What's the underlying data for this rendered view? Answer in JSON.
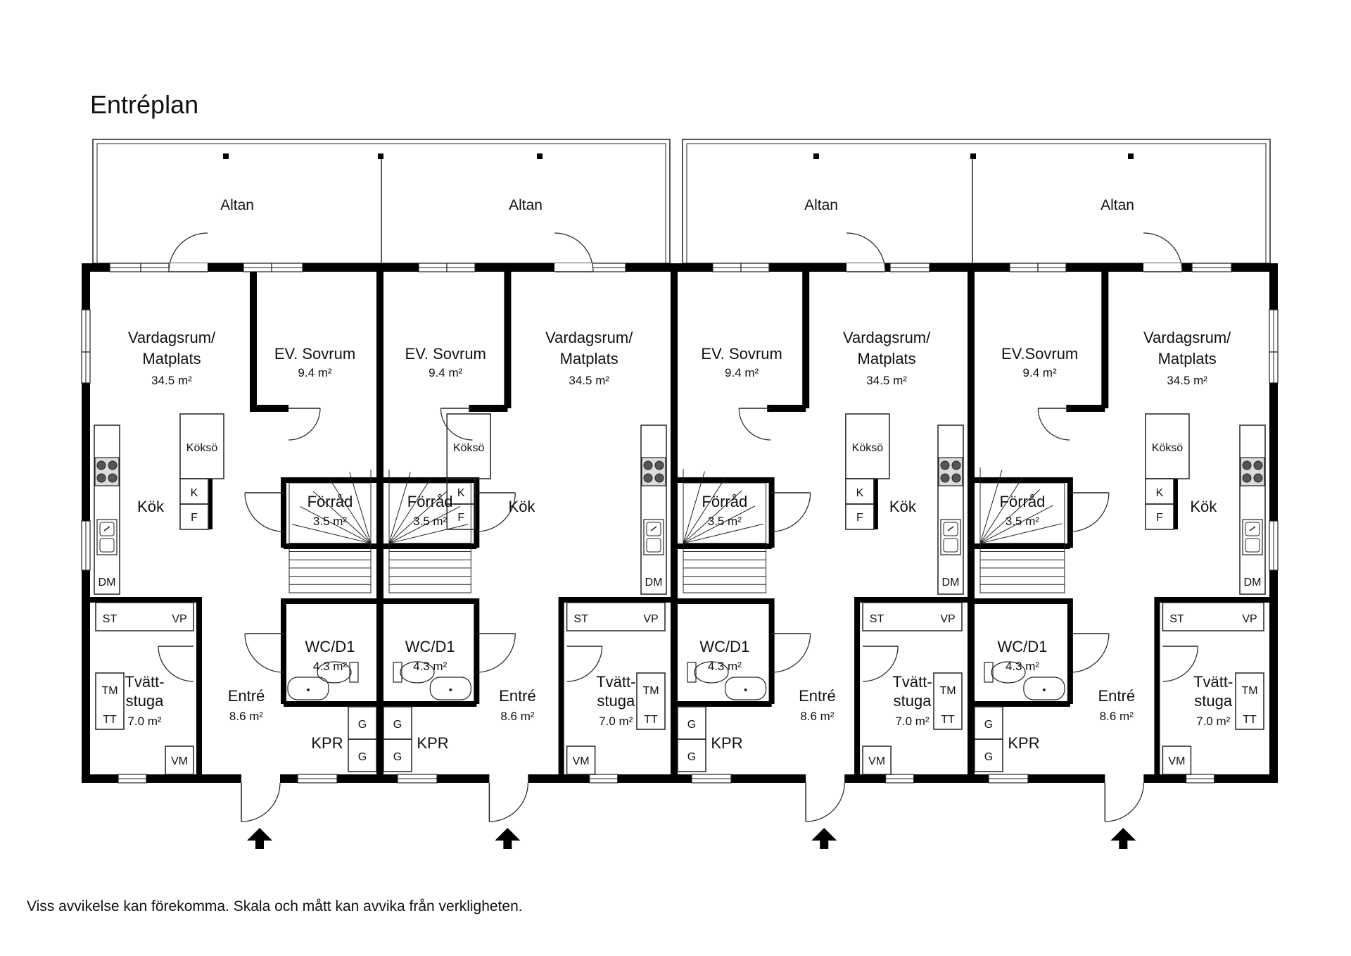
{
  "title": "Entréplan",
  "disclaimer": "Viss avvikelse kan förekomma. Skala och mått kan avvika från verkligheten.",
  "colors": {
    "wall": "#000000",
    "line": "#222222",
    "background": "#ffffff",
    "window": "#ffffff"
  },
  "icons": [
    "entrance-arrow-icon",
    "stove-icon",
    "sink-icon",
    "toilet-icon",
    "washbasin-icon",
    "stair-icon",
    "door-swing-icon"
  ],
  "units": [
    {
      "altan": "Altan",
      "living_name": "Vardagsrum/",
      "living_name2": "Matplats",
      "living_area": "34.5 m²",
      "bedroom_name": "EV. Sovrum",
      "bedroom_area": "9.4 m²",
      "island": "Köksö",
      "k": "K",
      "f": "F",
      "kitchen": "Kök",
      "dm": "DM",
      "storage_name": "Förråd",
      "storage_area": "3.5 m²",
      "wc_name": "WC/D1",
      "wc_area": "4.3 m²",
      "laundry_name": "Tvätt-",
      "laundry_name2": "stuga",
      "laundry_area": "7.0 m²",
      "st": "ST",
      "vp": "VP",
      "tm": "TM",
      "tt": "TT",
      "vm": "VM",
      "entre_name": "Entré",
      "entre_area": "8.6 m²",
      "kpr": "KPR",
      "g1": "G",
      "g2": "G"
    },
    {
      "altan": "Altan",
      "living_name": "Vardagsrum/",
      "living_name2": "Matplats",
      "living_area": "34.5 m²",
      "bedroom_name": "EV. Sovrum",
      "bedroom_area": "9.4 m²",
      "island": "Köksö",
      "k": "K",
      "f": "F",
      "kitchen": "Kök",
      "dm": "DM",
      "storage_name": "Förråd",
      "storage_area": "3.5 m²",
      "wc_name": "WC/D1",
      "wc_area": "4.3 m²",
      "laundry_name": "Tvätt-",
      "laundry_name2": "stuga",
      "laundry_area": "7.0 m²",
      "st": "ST",
      "vp": "VP",
      "tm": "TM",
      "tt": "TT",
      "vm": "VM",
      "entre_name": "Entré",
      "entre_area": "8.6 m²",
      "kpr": "KPR",
      "g1": "G",
      "g2": "G"
    },
    {
      "altan": "Altan",
      "living_name": "Vardagsrum/",
      "living_name2": "Matplats",
      "living_area": "34.5 m²",
      "bedroom_name": "EV. Sovrum",
      "bedroom_area": "9.4 m²",
      "island": "Köksö",
      "k": "K",
      "f": "F",
      "kitchen": "Kök",
      "dm": "DM",
      "storage_name": "Förråd",
      "storage_area": "3.5 m²",
      "wc_name": "WC/D1",
      "wc_area": "4.3 m²",
      "laundry_name": "Tvätt-",
      "laundry_name2": "stuga",
      "laundry_area": "7.0 m²",
      "st": "ST",
      "vp": "VP",
      "tm": "TM",
      "tt": "TT",
      "vm": "VM",
      "entre_name": "Entré",
      "entre_area": "8.6 m²",
      "kpr": "KPR",
      "g1": "G",
      "g2": "G"
    },
    {
      "altan": "Altan",
      "living_name": "Vardagsrum/",
      "living_name2": "Matplats",
      "living_area": "34.5 m²",
      "bedroom_name": "EV.Sovrum",
      "bedroom_area": "9.4 m²",
      "island": "Köksö",
      "k": "K",
      "f": "F",
      "kitchen": "Kök",
      "dm": "DM",
      "storage_name": "Förråd",
      "storage_area": "3.5 m²",
      "wc_name": "WC/D1",
      "wc_area": "4.3 m²",
      "laundry_name": "Tvätt-",
      "laundry_name2": "stuga",
      "laundry_area": "7.0 m²",
      "st": "ST",
      "vp": "VP",
      "tm": "TM",
      "tt": "TT",
      "vm": "VM",
      "entre_name": "Entré",
      "entre_area": "8.6 m²",
      "kpr": "KPR",
      "g1": "G",
      "g2": "G"
    }
  ]
}
